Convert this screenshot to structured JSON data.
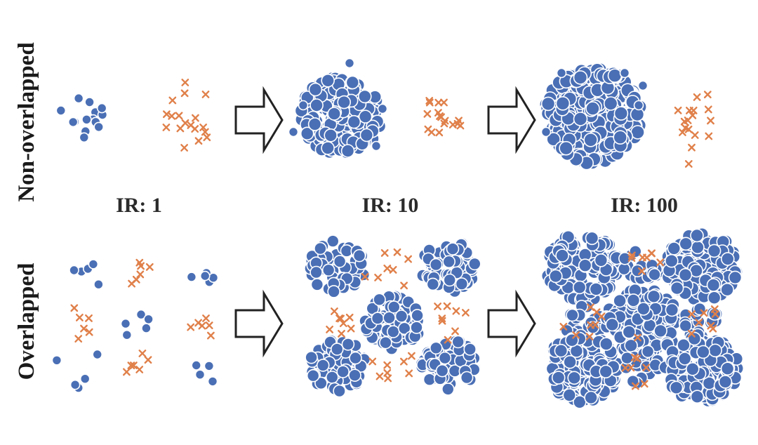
{
  "rows": {
    "top_label": "Non-overlapped",
    "bottom_label": "Overlapped"
  },
  "stages": [
    {
      "label": "IR: 1"
    },
    {
      "label": "IR: 10"
    },
    {
      "label": "IR: 100"
    }
  ],
  "colors": {
    "majority": "#4a6fb5",
    "minority": "#e0804a",
    "arrow_stroke": "#222222"
  },
  "icons": {
    "majority_marker": "filled-circle",
    "minority_marker": "x-cross",
    "transition": "right-arrow-outline"
  }
}
